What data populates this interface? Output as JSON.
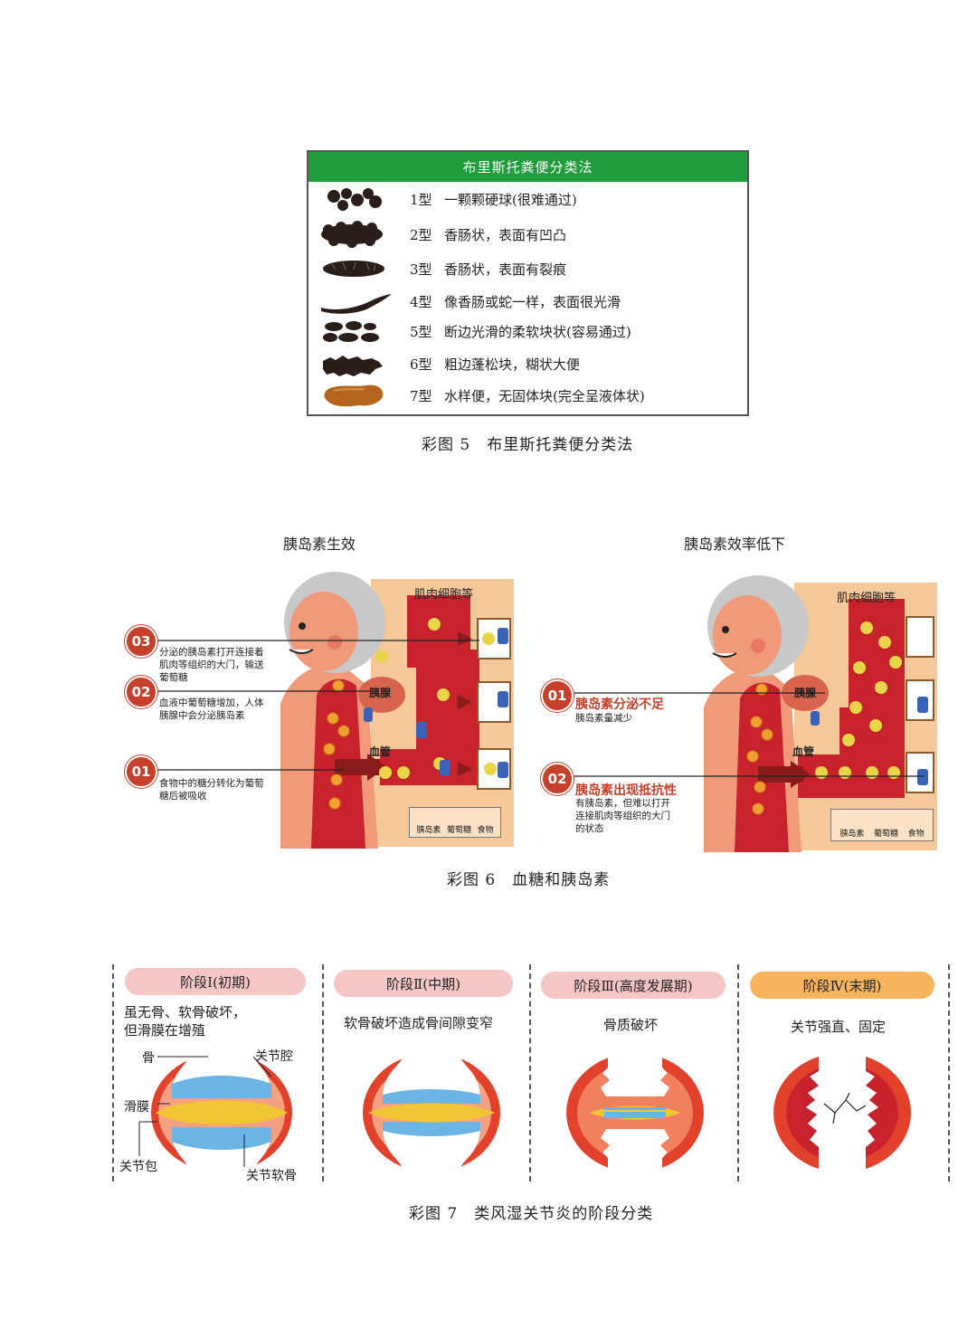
{
  "bristol": {
    "title": "布里斯托粪便分类法",
    "rows": [
      {
        "type": "1型",
        "desc": "一颗颗硬球(很难通过)",
        "icon": "hard-lumps-icon"
      },
      {
        "type": "2型",
        "desc": "香肠状，表面有凹凸",
        "icon": "lumpy-sausage-icon"
      },
      {
        "type": "3型",
        "desc": "香肠状，表面有裂痕",
        "icon": "cracked-sausage-icon"
      },
      {
        "type": "4型",
        "desc": "像香肠或蛇一样，表面很光滑",
        "icon": "smooth-snake-icon"
      },
      {
        "type": "5型",
        "desc": "断边光滑的柔软块状(容易通过)",
        "icon": "soft-blobs-icon"
      },
      {
        "type": "6型",
        "desc": "粗边蓬松块，糊状大便",
        "icon": "fluffy-pieces-icon"
      },
      {
        "type": "7型",
        "desc": "水样便，无固体块(完全呈液体状)",
        "icon": "watery-icon"
      }
    ],
    "caption": "彩图 5　布里斯托粪便分类法",
    "colors": {
      "header": "#1f9d3a",
      "stool": "#2a1e1a",
      "watery": "#b5651d"
    }
  },
  "insulin": {
    "left": {
      "title": "胰岛素生效",
      "muscle_label": "肌肉细胞等",
      "pancreas_label": "胰腺",
      "vessel_label": "血管",
      "steps": [
        {
          "num": "03",
          "text_lines": [
            "分泌的胰岛素打开连接着",
            "肌肉等组织的大门，输送",
            "葡萄糖"
          ]
        },
        {
          "num": "02",
          "text_lines": [
            "血液中葡萄糖增加，人体",
            "胰腺中会分泌胰岛素"
          ]
        },
        {
          "num": "01",
          "text_lines": [
            "食物中的糖分转化为葡萄",
            "糖后被吸收"
          ]
        }
      ],
      "legend": [
        "胰岛素",
        "葡萄糖",
        "食物"
      ]
    },
    "right": {
      "title": "胰岛素效率低下",
      "muscle_label": "肌肉细胞等",
      "pancreas_label": "胰腺",
      "vessel_label": "血管",
      "steps": [
        {
          "num": "01",
          "headline": "胰岛素分泌不足",
          "text_lines": [
            "胰岛素量减少"
          ]
        },
        {
          "num": "02",
          "headline": "胰岛素出现抵抗性",
          "text_lines": [
            "有胰岛素，但难以打开",
            "连接肌肉等组织的大门",
            "的状态"
          ]
        }
      ],
      "legend": [
        "胰岛素",
        "葡萄糖",
        "食物"
      ]
    },
    "caption": "彩图 6　血糖和胰岛素",
    "colors": {
      "badge": "#c7402c",
      "background": "#f5c89a",
      "vessel": "#c8232c",
      "insulin": "#3a63b8",
      "glucose": "#e9d54a",
      "food": "#f0a030"
    }
  },
  "ra": {
    "stages": [
      {
        "label": "阶段Ⅰ(初期)",
        "desc_lines": [
          "虽无骨、软骨破坏，",
          "但滑膜在增殖"
        ],
        "pill_color": "#f5c6c6"
      },
      {
        "label": "阶段Ⅱ(中期)",
        "desc_lines": [
          "软骨破坏造成骨间隙变窄"
        ],
        "pill_color": "#f5c6c6"
      },
      {
        "label": "阶段Ⅲ(高度发展期)",
        "desc_lines": [
          "骨质破坏"
        ],
        "pill_color": "#f5c6c6"
      },
      {
        "label": "阶段Ⅳ(末期)",
        "desc_lines": [
          "关节强直、固定"
        ],
        "pill_color": "#f7b45c"
      }
    ],
    "parts": {
      "bone": "骨",
      "cavity": "关节腔",
      "synovium": "滑膜",
      "capsule": "关节包",
      "cartilage": "关节软骨"
    },
    "caption": "彩图 7　类风湿关节炎的阶段分类"
  }
}
